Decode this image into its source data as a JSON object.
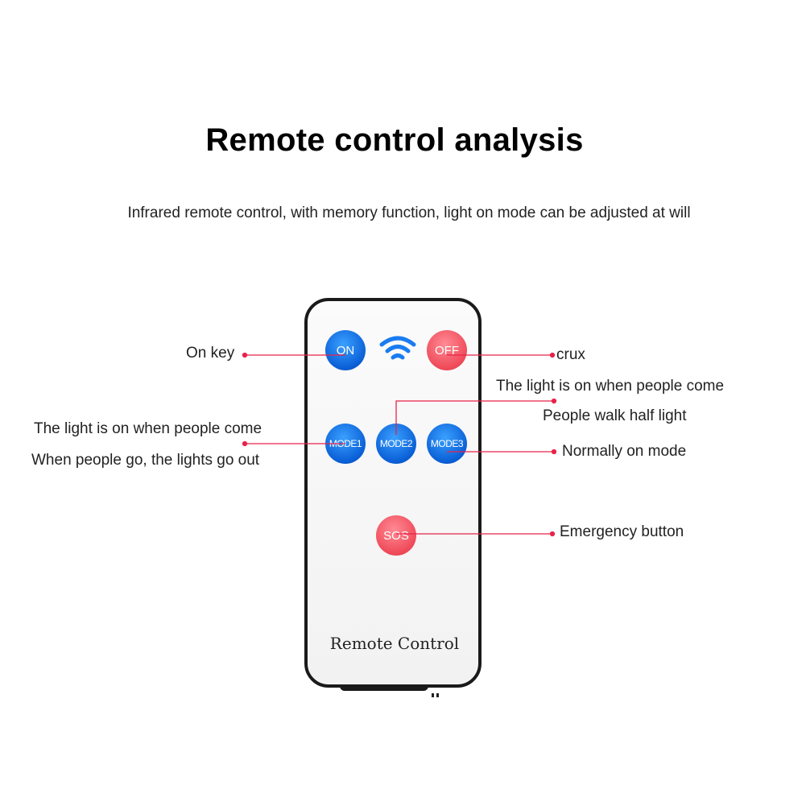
{
  "header": {
    "title": "Remote control analysis",
    "subtitle": "Infrared remote control, with memory function, light on mode can be adjusted at will"
  },
  "remote": {
    "label": "Remote Control",
    "buttons": {
      "on": "ON",
      "off": "OFF",
      "mode1": "MODE1",
      "mode2": "MODE2",
      "mode3": "MODE3",
      "sos": "SOS"
    },
    "signal_icon": "wifi-icon"
  },
  "callouts": {
    "on_key": "On key",
    "crux": "crux",
    "mode2_line1": "The light is on when people come",
    "mode2_line2": "People walk half light",
    "mode1_line1": "The light is on when people come",
    "mode1_line2": "When people go, the lights go out",
    "mode3": "Normally on mode",
    "sos": "Emergency button"
  },
  "colors": {
    "button_blue": "#0a5fd6",
    "button_red": "#ef4a59",
    "leader_line": "#e8234a"
  }
}
